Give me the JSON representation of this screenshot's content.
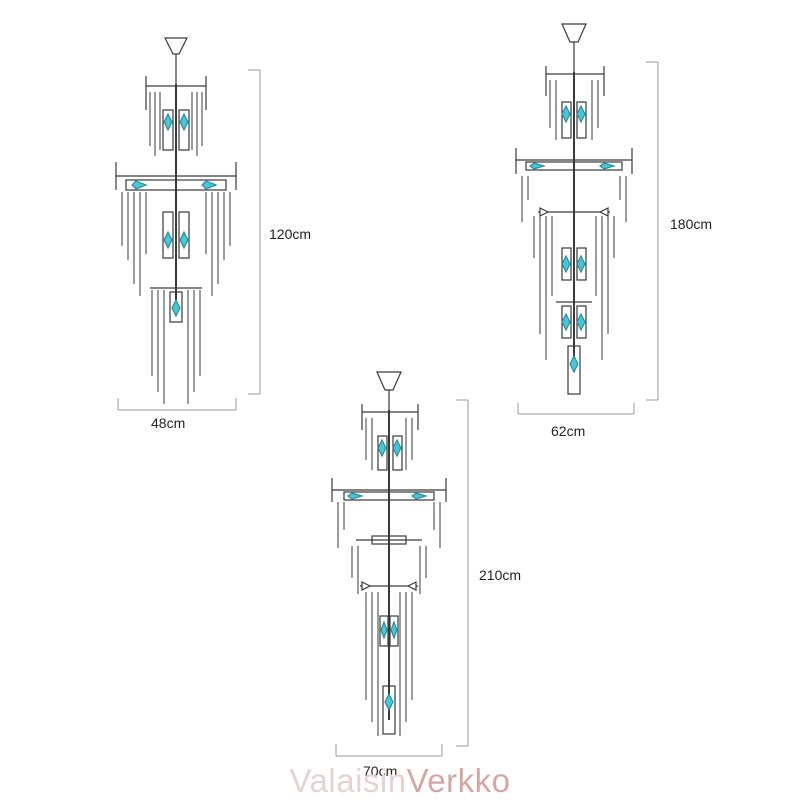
{
  "colors": {
    "frame": "#3a3a3a",
    "crystal": "#5a5a5a",
    "bulb": "#47c7d6",
    "dimension_line": "#9a9a9a",
    "watermark_light": "#e7d2d2",
    "watermark_dark": "#d6a5a5"
  },
  "drawings": [
    {
      "id": "small",
      "height_label": "120cm",
      "width_label": "48cm"
    },
    {
      "id": "medium",
      "height_label": "180cm",
      "width_label": "62cm"
    },
    {
      "id": "large",
      "height_label": "210cm",
      "width_label": "70cm"
    }
  ],
  "watermark": {
    "part1": "Valaisin",
    "part2": "Verkko"
  }
}
